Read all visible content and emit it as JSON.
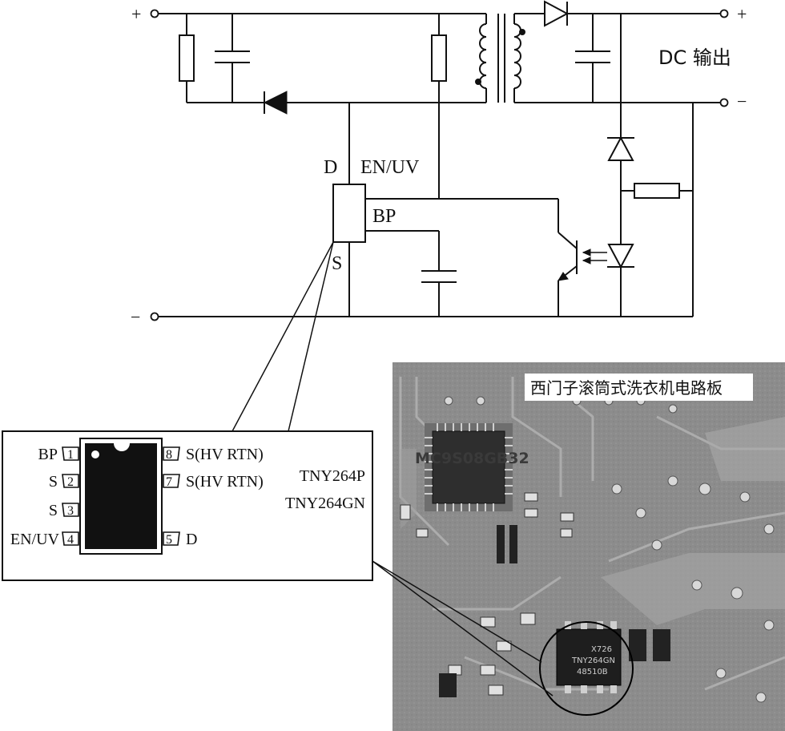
{
  "circuit": {
    "input_plus": "+",
    "input_minus": "−",
    "output_plus": "+",
    "output_minus": "−",
    "output_label": "DC 输出",
    "pin_d": "D",
    "pin_enuv": "EN/UV",
    "pin_bp": "BP",
    "pin_s": "S"
  },
  "chip": {
    "part_numbers": [
      "TNY264P",
      "TNY264GN"
    ],
    "pins": [
      {
        "num": "1",
        "name": "BP"
      },
      {
        "num": "2",
        "name": "S"
      },
      {
        "num": "3",
        "name": "S"
      },
      {
        "num": "4",
        "name": "EN/UV"
      },
      {
        "num": "5",
        "name": "D"
      },
      {
        "num": "7",
        "name": "S(HV RTN)"
      },
      {
        "num": "8",
        "name": "S(HV RTN)"
      }
    ]
  },
  "photo": {
    "caption": "西门子滚筒式洗衣机电路板",
    "chip_marking": "MC9S08GB32",
    "ic_marking_lines": [
      "X726",
      "TNY264GN",
      "48510B"
    ]
  },
  "colors": {
    "line": "#111111",
    "photo_bg": "#8a8a8a"
  }
}
